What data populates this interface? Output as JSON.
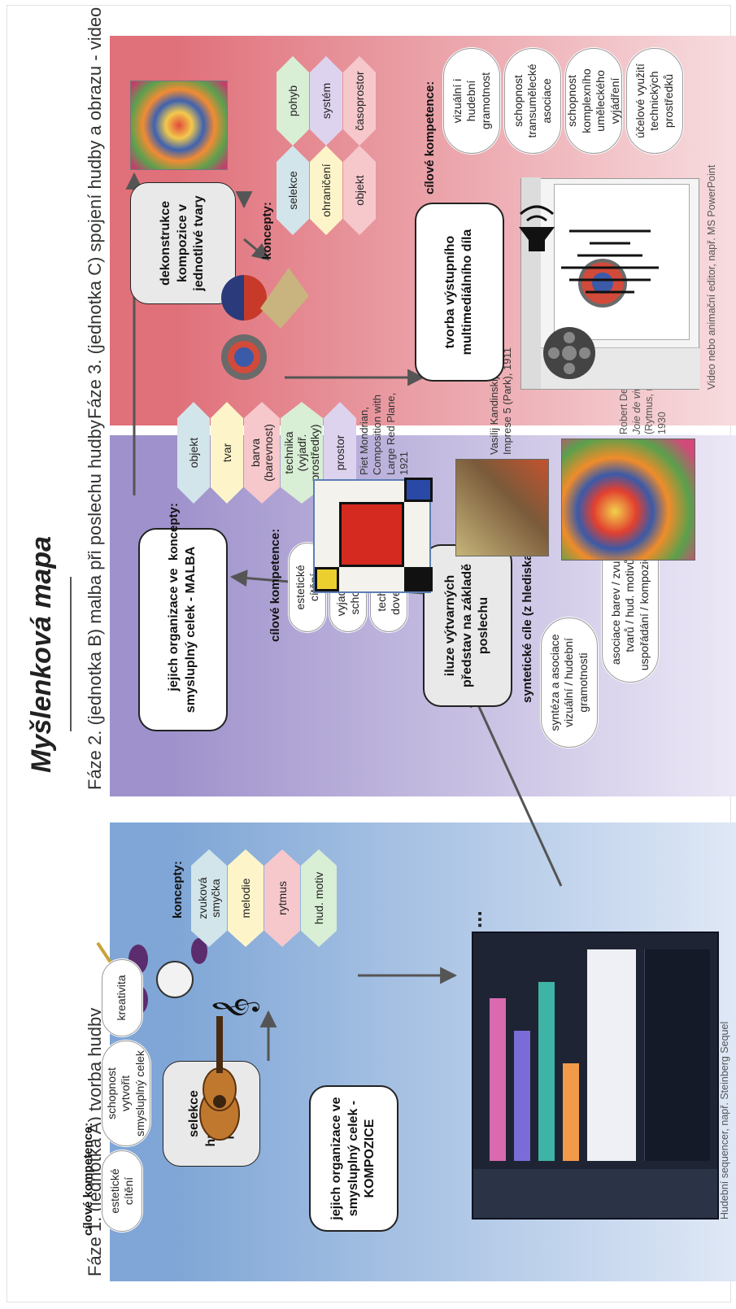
{
  "title": "Myšlenková mapa",
  "phase1": {
    "title": "Fáze 1. (jednotka A) tvorba hudby",
    "box_selection": "selekce hudebních podnětů",
    "box_composition": "jejich organizace ve smysluplný celek - KOMPOZICE",
    "concepts_label": "koncepty:",
    "concepts": [
      "zvuková smyčka",
      "melodie",
      "rytmus",
      "hud. motiv"
    ],
    "competences_label": "cílové kompetence:",
    "competences": [
      "estetické cítění",
      "schopnost vytvořit smysluplný celek",
      "kreativita"
    ],
    "ellipsis": "...",
    "caption": "Hudební sequencer, např. Steinberg Sequel"
  },
  "phase2": {
    "title": "Fáze 2. (jednotka B) malba při poslechu hudby",
    "box_painting": "jejich organizace ve smysluplný celek - MALBA",
    "box_illusion": "iluze výtvarných představ na základě poslechu",
    "concepts_label": "koncepty:",
    "concepts": [
      "objekt",
      "tvar",
      "barva (barevnost)",
      "technika (vyjadř. prostředky)",
      "prostor"
    ],
    "competences_label": "cílové kompetence:",
    "competences": [
      "estetické cítění",
      "vyjadřovací schopnosti",
      "technické dovednosti"
    ],
    "synth_label": "syntetické cíle (z hlediska komparatistiky)",
    "synth": [
      "syntéza a asociace vizuální / hudební gramotnosti",
      "asociace barev / zvuků, tvarů / hud. motivů uspořádání / kompozice..."
    ],
    "caption_mondrian": "Piet Mondrian, Composition with Large Red Plane, 1921",
    "caption_kandinsky": "Vasilij Kandinskij: Imprese 5 (Park), 1911",
    "caption_delaunay_a": "Robert Delaunay",
    "caption_delaunay_b": "Rythme, Joie de vivre",
    "caption_delaunay_c": "(Rytmus, radost ze života), 1930"
  },
  "phase3": {
    "title": "Fáze 3. (jednotka C) spojení hudby a obrazu - video",
    "box_deconstruct": "dekonstrukce kompozice v jednotlivé tvary",
    "box_output": "tvorba výstupního multimediálního díla",
    "concepts_label": "koncepty:",
    "concepts": [
      "selekce",
      "ohraničení",
      "objekt",
      "pohyb",
      "systém",
      "časoprostor"
    ],
    "competences_label": "cílové kompetence:",
    "competences": [
      "vizuální i hudební gramotnost",
      "schopnost transumělecké asociace",
      "schopnost komplexního uměleckého vyjádření",
      "účelové využití technických prostředků"
    ],
    "caption": "Video nebo animační editor, např. MS PowerPoint"
  },
  "colors": {
    "phase1_top": "#7fa6d6",
    "phase1_bottom": "#dfe8f6",
    "phase2_top": "#9f92cc",
    "phase2_bottom": "#ece8f6",
    "phase3_top": "#e0707a",
    "phase3_bottom": "#f7dcdf",
    "concept_blue": "#d2e5ea",
    "concept_yellow": "#fdf5c9",
    "concept_pink": "#f6c8cc",
    "concept_green": "#d8eed5",
    "concept_purple": "#ddd3ee"
  }
}
